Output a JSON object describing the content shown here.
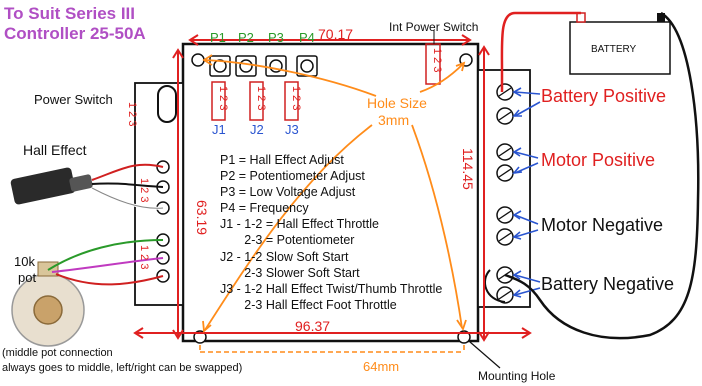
{
  "title": {
    "line1": "To Suit Series III",
    "line2": "Controller 25-50A"
  },
  "labels": {
    "power_switch": "Power Switch",
    "hall_effect": "Hall Effect",
    "pot_line1": "10k",
    "pot_line2": "pot",
    "pot_note_line1": "(middle pot connection",
    "pot_note_line2": "always goes to middle, left/right can be swapped)",
    "int_power_switch": "Int Power Switch",
    "mounting_hole": "Mounting Hole",
    "battery_box": "BATTERY",
    "hole_size_line1": "Hole Size",
    "hole_size_line2": "3mm"
  },
  "pots": [
    "P1",
    "P2",
    "P3",
    "P4"
  ],
  "jumpers": [
    "J1",
    "J2",
    "J3"
  ],
  "header_pins": "1 2 3",
  "dimensions": {
    "top": "70.17",
    "left": "63.19",
    "right": "114.45",
    "bottom": "96.37",
    "holes": "64mm"
  },
  "legend": [
    "P1 = Hall Effect Adjust",
    "P2 = Potentiometer Adjust",
    "P3 = Low Voltage Adjust",
    "P4 = Frequency",
    "J1 - 1-2 = Hall Effect Throttle",
    "       2-3 = Potentiometer",
    "J2 - 1-2 Slow Soft Start",
    "       2-3 Slower Soft Start",
    "J3 - 1-2 Hall Effect Twist/Thumb Throttle",
    "       2-3 Hall Effect Foot Throttle"
  ],
  "terminals": [
    {
      "label": "Battery Positive",
      "color": "#e02020"
    },
    {
      "label": "Motor Positive",
      "color": "#e02020"
    },
    {
      "label": "Motor Negative",
      "color": "#111111"
    },
    {
      "label": "Battery Negative",
      "color": "#111111"
    }
  ],
  "colors": {
    "accent_purple": "#b04fc4",
    "dimension_red": "#e02020",
    "hole_orange": "#ff8c1a",
    "board_green": "#2a9a2a",
    "jumper_blue": "#2a55d0"
  }
}
